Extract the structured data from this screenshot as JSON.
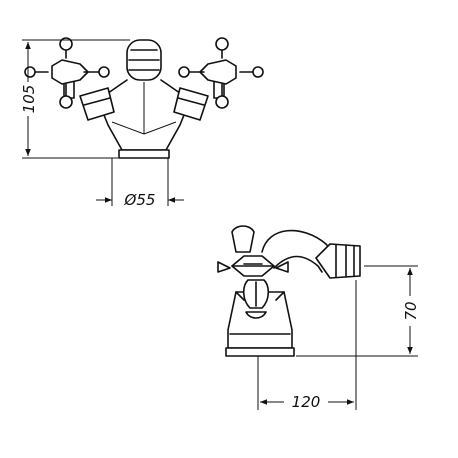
{
  "drawing": {
    "front_view": {
      "height_label": "105",
      "base_diameter_label": "Ø55"
    },
    "side_view": {
      "height_label": "70",
      "projection_label": "120"
    }
  }
}
